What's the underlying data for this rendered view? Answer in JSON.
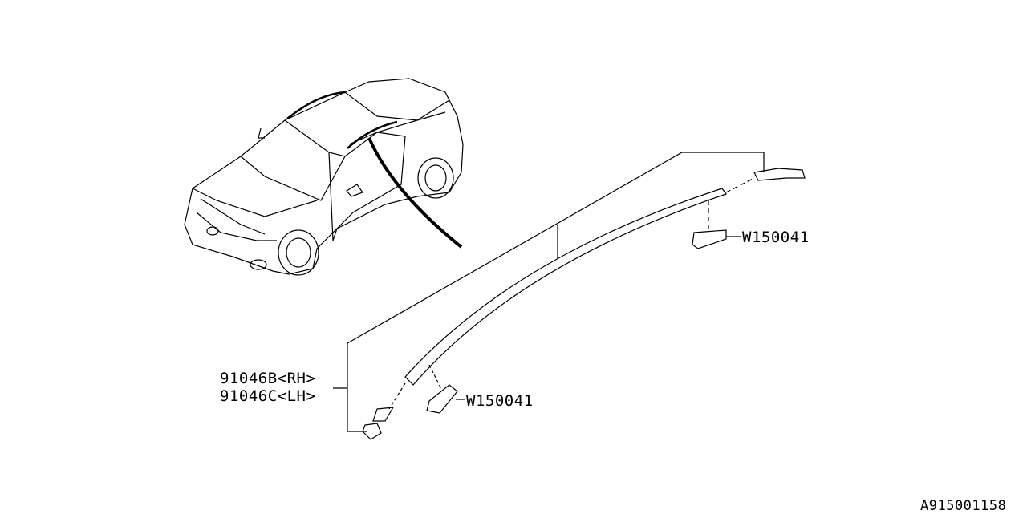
{
  "parts": [
    {
      "number": "91046B<RH>"
    },
    {
      "number": "91046C<LH>"
    }
  ],
  "clips": [
    {
      "number": "W150041"
    },
    {
      "number": "W150041"
    }
  ],
  "diagram_id": "A915001158"
}
